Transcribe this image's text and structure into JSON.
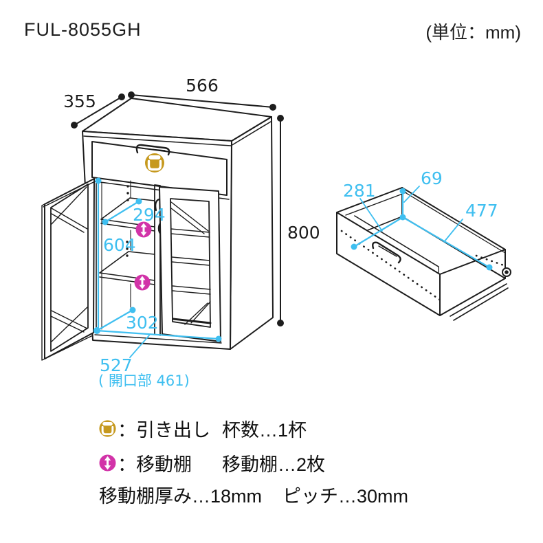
{
  "header": {
    "model": "FUL-8055GH",
    "unit_note": "(単位：mm)"
  },
  "cabinet": {
    "dims": {
      "width": "566",
      "depth": "355",
      "height": "800",
      "shelf_depth": "294",
      "inner_height": "604",
      "shelf_width": "302",
      "inner_width": "527",
      "opening_note": "( 開口部 461)"
    }
  },
  "drawer_detail": {
    "dims": {
      "inner_depth": "281",
      "inner_height": "69",
      "inner_width": "477"
    }
  },
  "legend": {
    "drawer_label": "：引き出し",
    "drawer_value": "杯数…1杯",
    "shelf_label": "：移動棚",
    "shelf_value": "移動棚…2枚",
    "shelf_thickness": "移動棚厚み…18mm",
    "shelf_pitch": "ピッチ…30mm"
  },
  "colors": {
    "dimension_blue": "#3fbff0",
    "icon_gold": "#c6991e",
    "icon_magenta": "#d233a8",
    "line_black": "#1d1d1d"
  }
}
